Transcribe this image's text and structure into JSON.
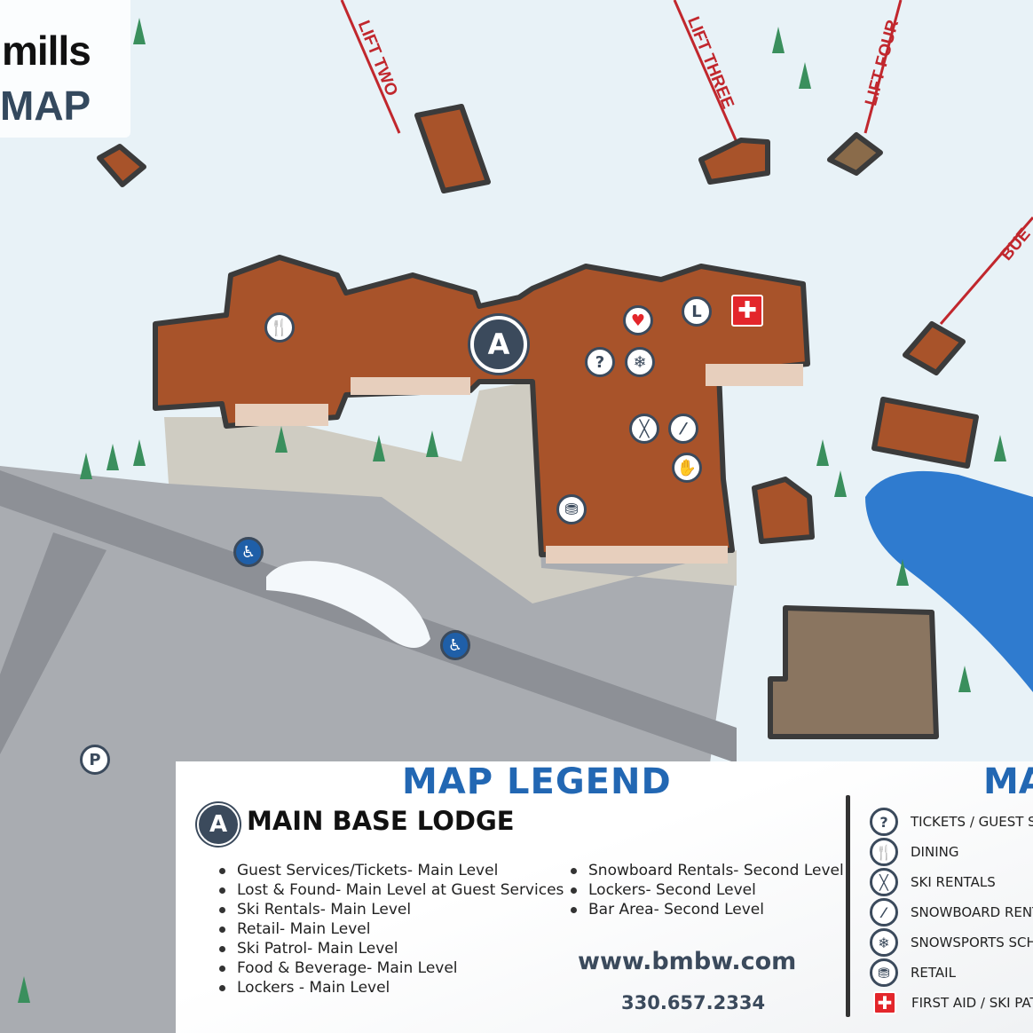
{
  "logo": {
    "brand": "mills",
    "title": "MAP"
  },
  "lifts": [
    "LIFT TWO",
    "LIFT THREE",
    "LIFT FOUR",
    "BUE"
  ],
  "map_markers": {
    "main_lodge": "A",
    "lockers": "L",
    "parking": "P",
    "icons": [
      "dining-icon",
      "aed-icon",
      "tickets-icon",
      "snowsports-icon",
      "ski-rentals-icon",
      "snowboard-icon",
      "ski-patrol-icon",
      "retail-icon",
      "first-aid-icon",
      "handicap-icon",
      "handicap-icon"
    ]
  },
  "legend": {
    "title": "MAP LEGEND",
    "title_right_partial": "MA",
    "lodge_badge": "A",
    "lodge_title": "MAIN BASE LODGE",
    "items_left": [
      "Guest Services/Tickets- Main Level",
      "Lost & Found- Main Level at Guest Services",
      "Ski Rentals- Main Level",
      "Retail- Main Level",
      "Ski Patrol- Main Level",
      "Food & Beverage- Main Level",
      "Lockers - Main Level"
    ],
    "items_right": [
      "Snowboard Rentals- Second Level",
      "Lockers- Second Level",
      "Bar Area- Second Level"
    ],
    "website": "www.bmbw.com",
    "phone": "330.657.2334",
    "key": [
      {
        "icon": "question-icon",
        "glyph": "?",
        "label": "TICKETS / GUEST SE"
      },
      {
        "icon": "fork-knife-icon",
        "glyph": "🍴",
        "label": "DINING"
      },
      {
        "icon": "skis-icon",
        "glyph": "╳",
        "label": "SKI RENTALS"
      },
      {
        "icon": "snowboard-icon",
        "glyph": "⁄",
        "label": "SNOWBOARD RENT"
      },
      {
        "icon": "snowflake-icon",
        "glyph": "❄",
        "label": "SNOWSPORTS SCH"
      },
      {
        "icon": "shopping-bag-icon",
        "glyph": "⛃",
        "label": "RETAIL"
      },
      {
        "icon": "first-aid-cross-icon",
        "glyph": "✚",
        "label": "FIRST AID / SKI PATI"
      }
    ]
  },
  "colors": {
    "roof": "#a8532a",
    "lift": "#c1272d",
    "pin": "#3b4a5c",
    "legend_title": "#2267b3",
    "pond": "#2f7bcf",
    "parking": "#a9acb1",
    "first_aid": "#e3262b"
  }
}
